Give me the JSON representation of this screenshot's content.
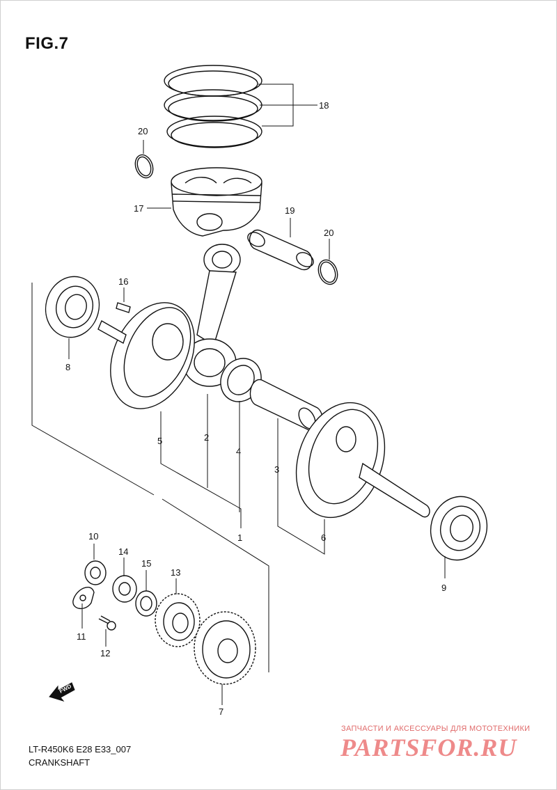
{
  "figure": {
    "title": "FIG.7"
  },
  "callouts": {
    "c1": "1",
    "c2": "2",
    "c3": "3",
    "c4": "4",
    "c5": "5",
    "c6": "6",
    "c7": "7",
    "c8": "8",
    "c9": "9",
    "c10": "10",
    "c11": "11",
    "c12": "12",
    "c13": "13",
    "c14": "14",
    "c15": "15",
    "c16": "16",
    "c17": "17",
    "c18": "18",
    "c19": "19",
    "c20a": "20",
    "c20b": "20"
  },
  "fwd_arrow": {
    "label": "FWD"
  },
  "footer": {
    "model_code": "LT-R450K6 E28 E33_007",
    "assembly_name": "CRANKSHAFT"
  },
  "watermark": {
    "tagline": "ЗАПЧАСТИ И АКСЕССУАРЫ ДЛЯ МОТОТЕХНИКИ",
    "logo": "PARTSFOR.RU"
  },
  "colors": {
    "line": "#111111",
    "watermark": "#ee8a8a",
    "background": "#ffffff"
  }
}
